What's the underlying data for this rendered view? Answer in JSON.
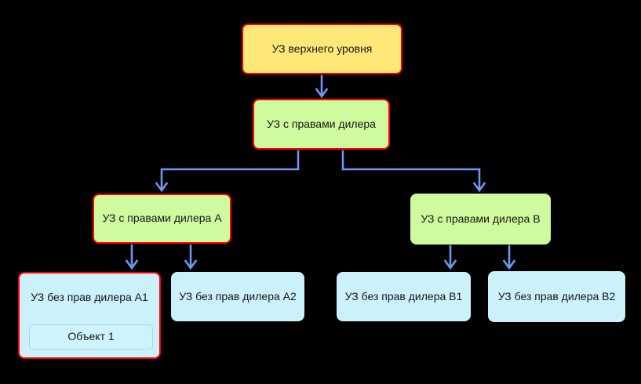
{
  "diagram": {
    "background": "#000000",
    "colors": {
      "root_fill": "#FFE878",
      "dealer_fill": "#CFFA9E",
      "leaf_fill": "#CBF1FA",
      "highlight_border": "#FF0000",
      "arrow": "#6E96EC",
      "inner_object_border": "#AFD4DE",
      "text": "#161616"
    },
    "nodes": {
      "root": {
        "label": "УЗ верхнего уровня"
      },
      "dealer": {
        "label": "УЗ с правами дилера"
      },
      "dealer_a": {
        "label": "УЗ с правами дилера A"
      },
      "dealer_b": {
        "label": "УЗ с правами дилера B"
      },
      "no_dealer_a1": {
        "label": "УЗ без прав дилера A1"
      },
      "object_1": {
        "label": "Объект 1"
      },
      "no_dealer_a2": {
        "label": "УЗ без прав дилера A2"
      },
      "no_dealer_b1": {
        "label": "УЗ без прав дилера B1"
      },
      "no_dealer_b2": {
        "label": "УЗ без прав дилера B2"
      }
    }
  }
}
